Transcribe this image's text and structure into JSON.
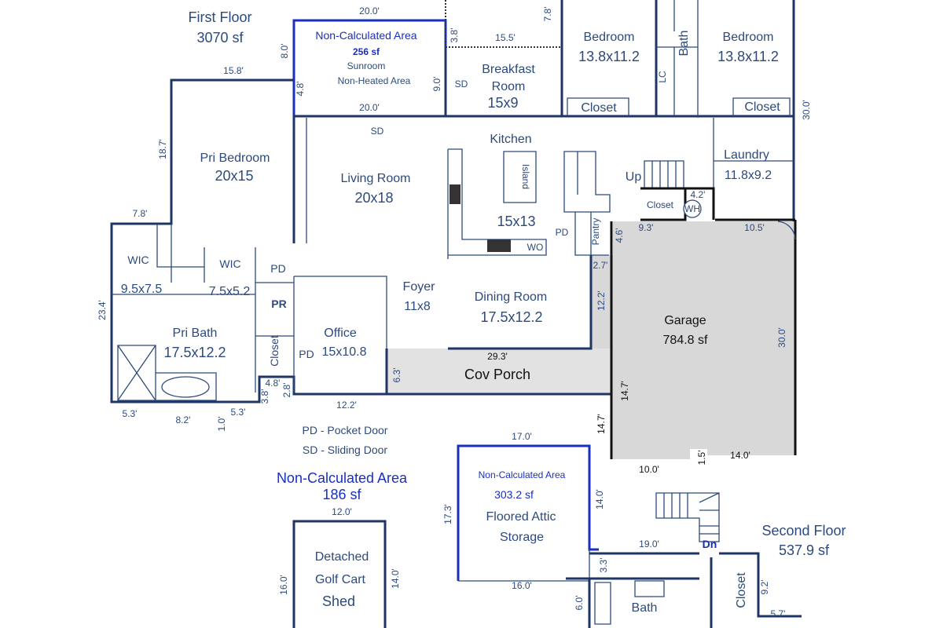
{
  "colors": {
    "wall": "#1e3566",
    "non_calculated": "#1a2fc0",
    "garage_fill": "#d8d8d8",
    "porch_fill": "#e2e2e2",
    "text": "#2c4a7c"
  },
  "first_floor": {
    "title": "First Floor",
    "area": "3070 sf"
  },
  "sunroom": {
    "nc_label": "Non-Calculated Area",
    "area": "256 sf",
    "name": "Sunroom",
    "note": "Non-Heated Area",
    "dim_top": "20.0'",
    "dim_left": "8.0'",
    "dim_right": "9.0'",
    "dim_bottom": "20.0'",
    "dim_door": "4.8'",
    "sd_right": "SD",
    "sd_bottom": "SD"
  },
  "top_dims": {
    "d1": "3.8'",
    "d2": "15.5'",
    "d3": "7.8'"
  },
  "breakfast": {
    "name1": "Breakfast",
    "name2": "Room",
    "size": "15x9"
  },
  "bedroom2": {
    "name": "Bedroom",
    "size": "13.8x11.2",
    "closet": "Closet"
  },
  "bath_upper": {
    "name": "Bath",
    "lc": "LC"
  },
  "bedroom3": {
    "name": "Bedroom",
    "size": "13.8x11.2",
    "closet": "Closet",
    "dim": "30.0'"
  },
  "laundry": {
    "name": "Laundry",
    "size": "11.8x9.2"
  },
  "kitchen": {
    "name": "Kitchen",
    "island": "Island",
    "size": "15x13",
    "wo": "WO",
    "pd": "PD",
    "pantry": "Pantry",
    "dim1": "4.6'",
    "dim2": "2.7'"
  },
  "stair_area": {
    "up": "Up",
    "closet": "Closet",
    "dim_wh": "4.2'",
    "wh": "WH",
    "dim1": "9.3'",
    "dim2": "10.5'"
  },
  "pri_bedroom": {
    "name": "Pri Bedroom",
    "size": "20x15",
    "dim_top": "15.8'",
    "dim_left": "18.7'"
  },
  "living": {
    "name": "Living Room",
    "size": "20x18"
  },
  "wic1": {
    "name": "WIC",
    "size": "9.5x7.5",
    "dim": "7.8'"
  },
  "wic2": {
    "name": "WIC",
    "size": "7.5x5.2"
  },
  "pr": {
    "pd": "PD",
    "name": "PR",
    "closet": "Closet"
  },
  "office": {
    "pd": "PD",
    "name": "Office",
    "size": "15x10.8"
  },
  "pri_bath": {
    "name": "Pri Bath",
    "size": "17.5x12.2",
    "dim_left": "23.4'"
  },
  "foyer": {
    "name": "Foyer",
    "size": "11x8"
  },
  "dining": {
    "name": "Dining Room",
    "size": "17.5x12.2",
    "dim": "12.2'"
  },
  "garage": {
    "name": "Garage",
    "area": "784.8 sf",
    "dim_right": "30.0'",
    "dim_a": "14.7'",
    "dim_b": "14.7'",
    "dim_c": "10.0'",
    "dim_d": "1.5'",
    "dim_e": "14.0'"
  },
  "porch": {
    "name": "Cov Porch",
    "dim_top": "29.3'",
    "dim_left": "6.3'"
  },
  "bottom_dims": {
    "a": "5.3'",
    "b": "8.2'",
    "c": "1.0'",
    "d": "5.3'",
    "e": "3.8'",
    "f": "4.8'",
    "g": "2.8'",
    "h": "12.2'"
  },
  "legend": {
    "pd": "PD - Pocket Door",
    "sd": "SD - Sliding Door"
  },
  "shed": {
    "nc_label": "Non-Calculated Area",
    "area": "186 sf",
    "dim_top": "12.0'",
    "l1": "Detached",
    "l2": "Golf Cart",
    "l3": "Shed",
    "dim_left": "16.0'",
    "dim_right": "14.0'"
  },
  "attic": {
    "dim_top": "17.0'",
    "nc_label": "Non-Calculated Area",
    "area": "303.2 sf",
    "l1": "Floored Attic",
    "l2": "Storage",
    "dim_left": "17.3'",
    "dim_right": "14.0'",
    "dim_bottom": "16.0'"
  },
  "second_floor": {
    "title": "Second Floor",
    "area": "537.9 sf",
    "dim1": "19.0'",
    "dn": "Dn",
    "dim2": "3.3'",
    "dim3": "6.0'",
    "bath": "Bath",
    "closet": "Closet",
    "dim4": "9.2'",
    "dim5": "5.7'"
  }
}
